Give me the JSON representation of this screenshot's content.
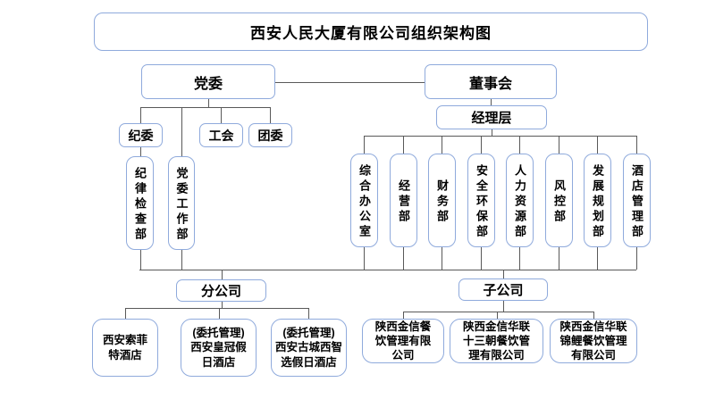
{
  "title": "西安人民大厦有限公司组织架构图",
  "colors": {
    "box_border": "#8FAADC",
    "connector_line": "#595959",
    "text": "#000000",
    "background": "#FFFFFF"
  },
  "top_nodes": {
    "party": "党委",
    "board": "董事会",
    "management": "经理层"
  },
  "party_branch": {
    "orgs": [
      {
        "label": "纪委"
      },
      {
        "label": "工会"
      },
      {
        "label": "团委"
      }
    ],
    "depts": [
      {
        "label": "纪律检查部"
      },
      {
        "label": "党委工作部"
      }
    ]
  },
  "management_depts": [
    {
      "label": "综合办公室"
    },
    {
      "label": "经营部"
    },
    {
      "label": "财务部"
    },
    {
      "label": "安全环保部"
    },
    {
      "label": "人力资源部"
    },
    {
      "label": "风控部"
    },
    {
      "label": "发展规划部"
    },
    {
      "label": "酒店管理部"
    }
  ],
  "branch_companies": {
    "label": "分公司",
    "children": [
      {
        "label": "西安索菲\n特酒店"
      },
      {
        "label": "(委托管理)\n西安皇冠假\n日酒店"
      },
      {
        "label": "(委托管理)\n西安古城西智\n选假日酒店"
      }
    ]
  },
  "subsidiaries": {
    "label": "子公司",
    "children": [
      {
        "label": "陕西金信餐\n饮管理有限\n公司"
      },
      {
        "label": "陕西金信华联\n十三朝餐饮管\n理有限公司"
      },
      {
        "label": "陕西金信华联\n锦鲤餐饮管理\n有限公司"
      }
    ]
  }
}
